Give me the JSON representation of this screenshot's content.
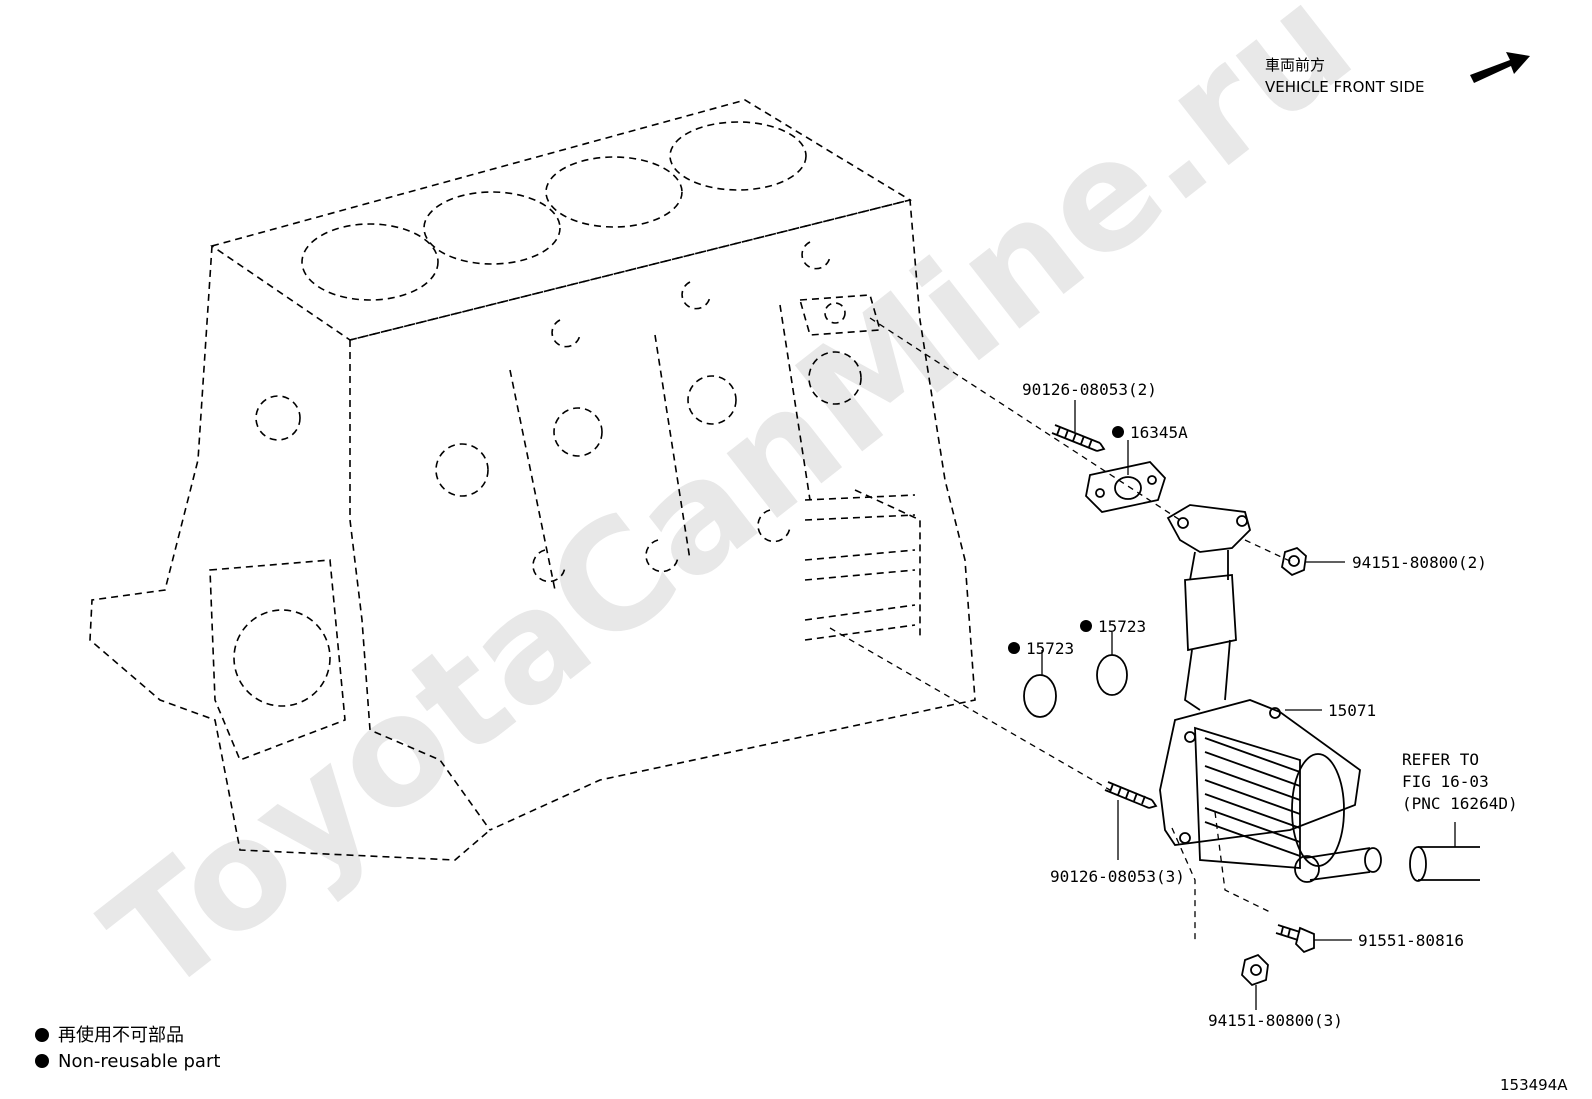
{
  "watermark": "ToyotaCanMine.ru",
  "orientation": {
    "label_jp": "車両前方",
    "label_en": "VEHICLE FRONT SIDE",
    "arrow_icon": "arrow-right-icon"
  },
  "callouts": {
    "stud_top": "90126-08053(2)",
    "gasket": "16345A",
    "nut_top": "94151-80800(2)",
    "oring_left": "15723",
    "oring_right": "15723",
    "oil_cooler": "15071",
    "stud_bottom": "90126-08053(3)",
    "bolt": "91551-80816",
    "nut_bottom": "94151-80800(3)"
  },
  "refer": {
    "line1": "REFER TO",
    "line2": "FIG 16-03",
    "line3": "(PNC 16264D)"
  },
  "legend": {
    "jp": "再使用不可部品",
    "en": "Non-reusable part"
  },
  "figure_id": "153494A"
}
